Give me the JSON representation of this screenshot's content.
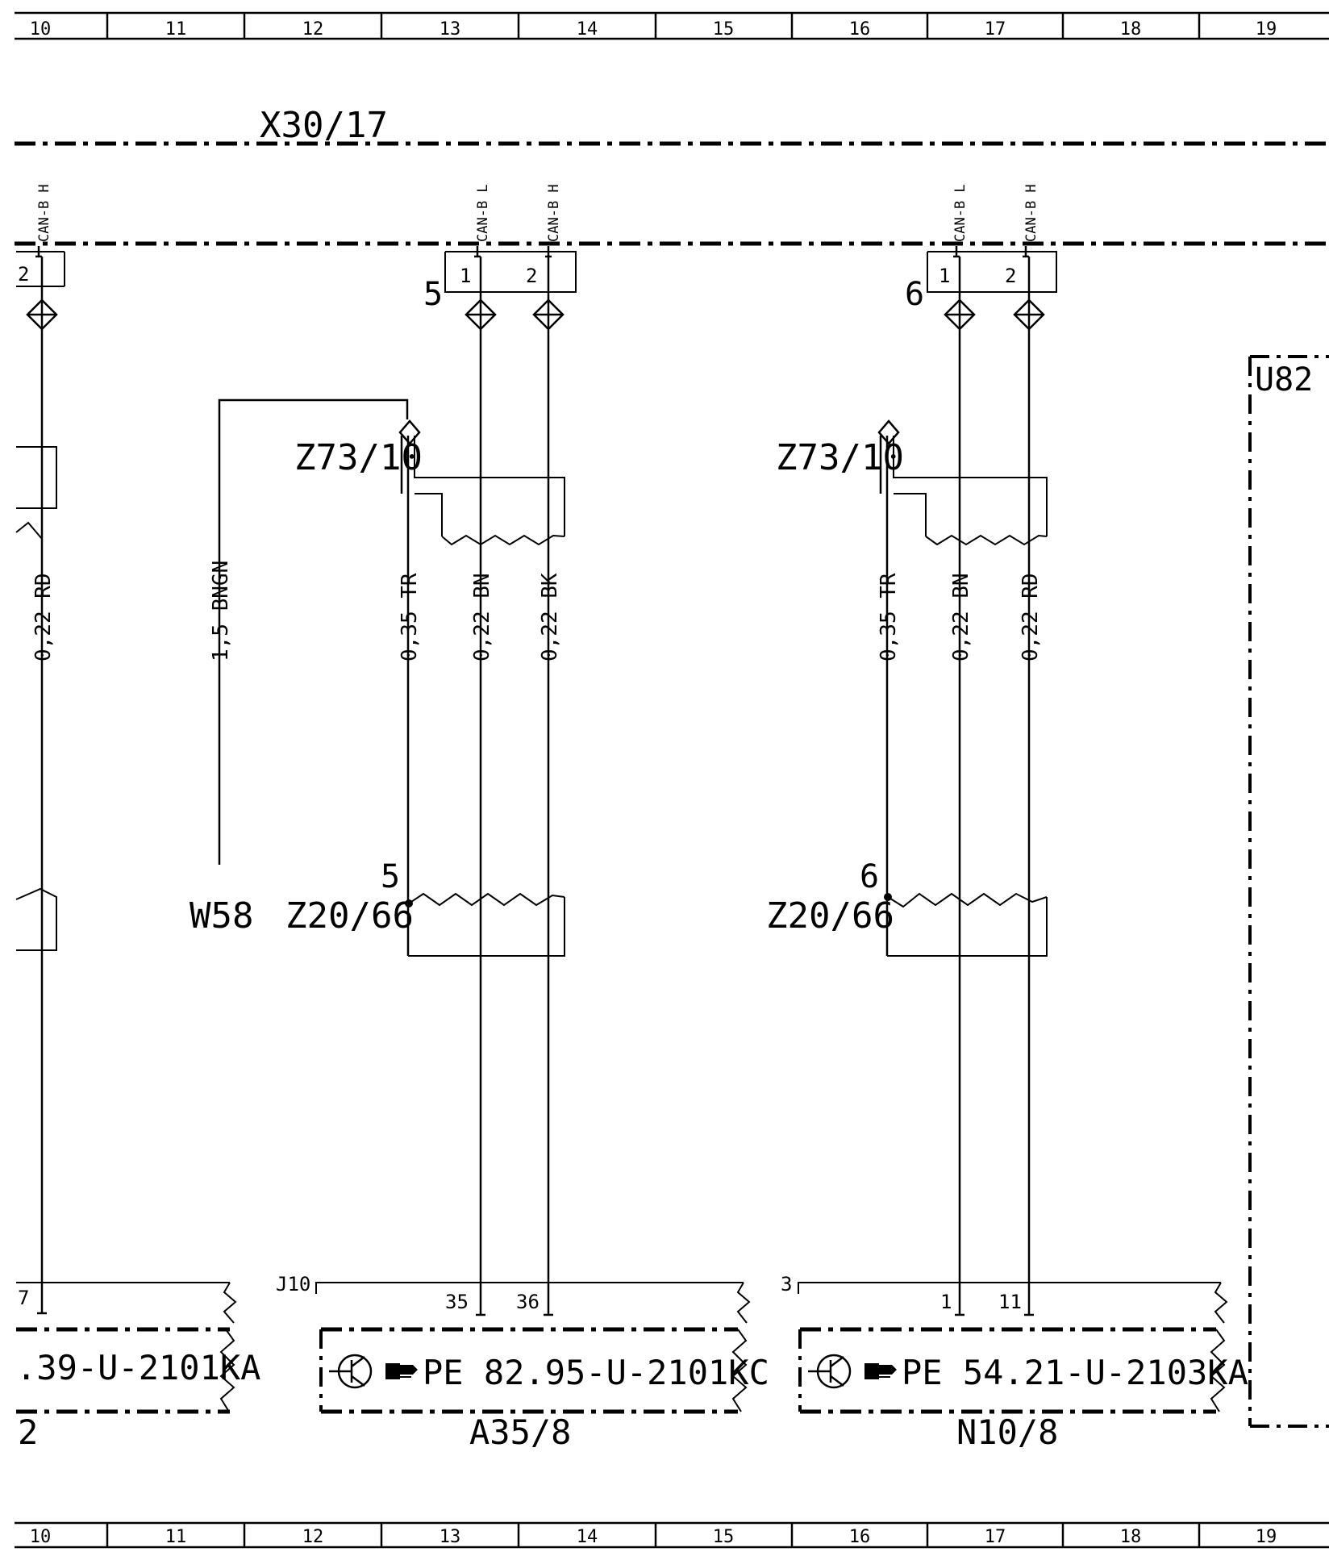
{
  "grid": {
    "top": [
      "10",
      "11",
      "12",
      "13",
      "14",
      "15",
      "16",
      "17",
      "18",
      "19"
    ],
    "bottom": [
      "10",
      "11",
      "12",
      "13",
      "14",
      "15",
      "16",
      "17",
      "18",
      "19"
    ]
  },
  "labels": {
    "bus": "X30/17",
    "u82": "U82",
    "z73_a": "Z73/10",
    "z73_b": "Z73/10",
    "z20_a": "Z20/66",
    "z20_b": "Z20/66",
    "z20_a_pin": "5",
    "z20_b_pin": "6",
    "w58": "W58",
    "conn_a": "5",
    "conn_b": "6",
    "j10": "J10",
    "conn3": "3",
    "a35": "A35/8",
    "n10": "N10/8",
    "left_bottom": "2",
    "left_pin_top": "2",
    "left_pin_bottom": "7"
  },
  "can_labels": {
    "left_h": "CAN-B H",
    "a_l": "CAN-B L",
    "a_h": "CAN-B H",
    "b_l": "CAN-B L",
    "b_h": "CAN-B H"
  },
  "pins": {
    "a1": "1",
    "a2": "2",
    "b1": "1",
    "b2": "2",
    "p35": "35",
    "p36": "36",
    "p1": "1",
    "p11": "11"
  },
  "wires": {
    "left": "0,22 RD",
    "w58": "1,5 BNGN",
    "a_tr": "0,35 TR",
    "a_bn": "0,22 BN",
    "a_bk": "0,22 BK",
    "b_tr": "0,35 TR",
    "b_bn": "0,22 BN",
    "b_rd": "0,22 RD"
  },
  "components": {
    "left": ".39-U-2101KA",
    "a35_pe": "PE  82.95-U-2101KC",
    "n10_pe": "PE  54.21-U-2103KA"
  }
}
